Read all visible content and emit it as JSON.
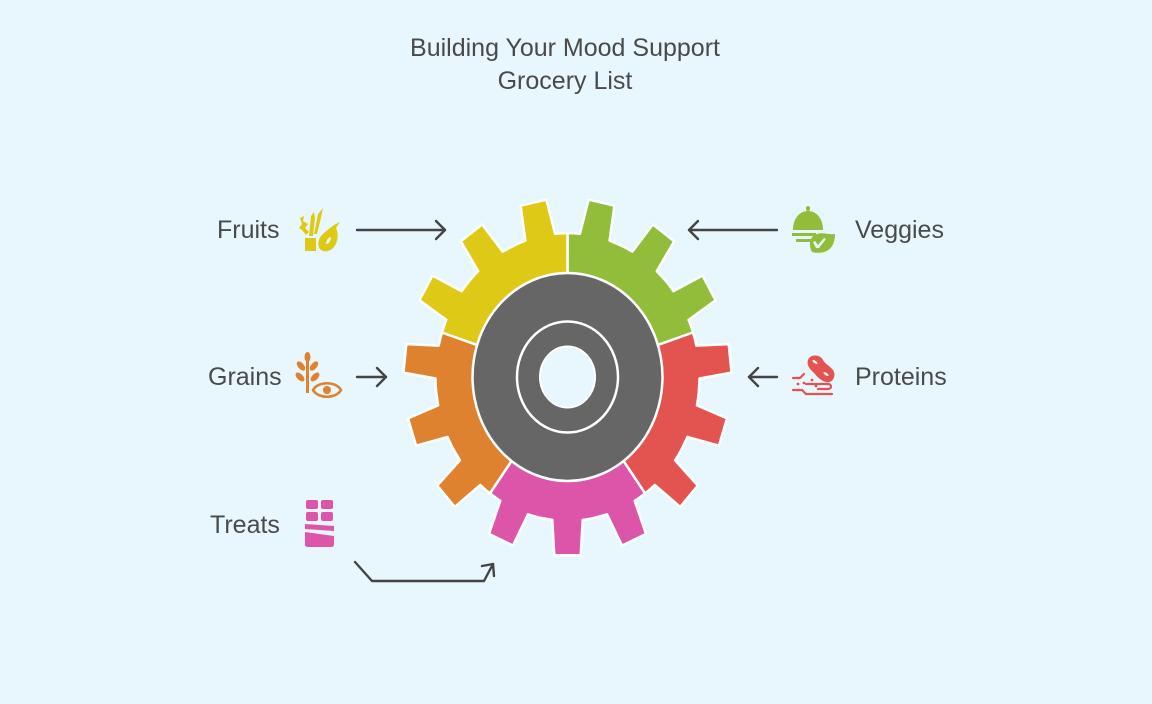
{
  "title": {
    "line1": "Building Your Mood Support",
    "line2": "Grocery List"
  },
  "colors": {
    "background": "#e7f7fd",
    "text": "#4a4a4a",
    "hub": "#666666",
    "arrow": "#444444"
  },
  "categories": [
    {
      "id": "fruits",
      "label": "Fruits",
      "icon": "fruit-basket-icon",
      "color": "#dfc917",
      "side": "left"
    },
    {
      "id": "veggies",
      "label": "Veggies",
      "icon": "veggie-cloche-icon",
      "color": "#91bd3a",
      "side": "right"
    },
    {
      "id": "proteins",
      "label": "Proteins",
      "icon": "peanut-hand-icon",
      "color": "#e35450",
      "side": "right"
    },
    {
      "id": "treats",
      "label": "Treats",
      "icon": "chocolate-bar-icon",
      "color": "#dd55a9",
      "side": "left"
    },
    {
      "id": "grains",
      "label": "Grains",
      "icon": "wheat-eye-icon",
      "color": "#de822f",
      "side": "left"
    }
  ],
  "gear": {
    "segment_order": [
      "veggies",
      "proteins",
      "treats",
      "grains",
      "fruits"
    ],
    "teeth_per_segment": 3
  }
}
